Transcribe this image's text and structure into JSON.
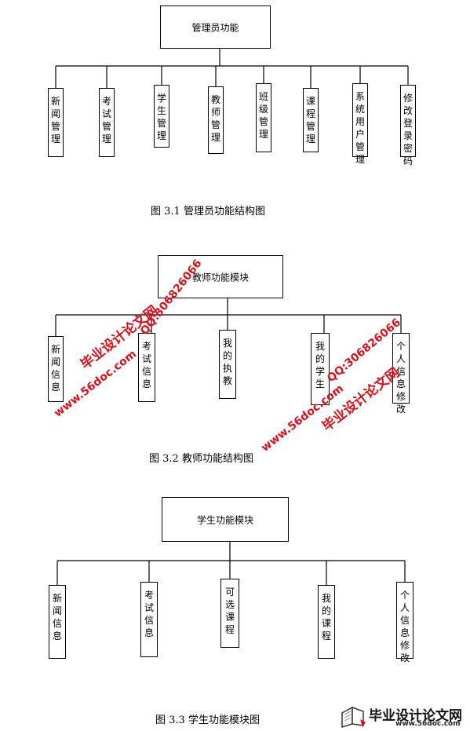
{
  "diagrams": [
    {
      "root": "管理员功能",
      "children": [
        "新闻管理",
        "考试管理",
        "学生管理",
        "教师管理",
        "班级管理",
        "课程管理",
        "系统用户管理",
        "修改登录密码"
      ],
      "caption": "图 3.1  管理员功能结构图"
    },
    {
      "root": "教师功能模块",
      "children": [
        "新闻信息",
        "考试信息",
        "我的执教",
        "我的学生",
        "个人信息修改"
      ],
      "caption": "图 3.2 教师功能结构图"
    },
    {
      "root": "学生功能模块",
      "children": [
        "新闻信息",
        "考试信息",
        "可选课程",
        "我的课程",
        "个人信息修改"
      ],
      "caption": "图 3.3 学生功能模块图"
    }
  ],
  "watermark": {
    "site_name": "毕业设计论文网",
    "url": "www.56doc.com",
    "qq": "QQ:306826066"
  },
  "logo": {
    "name": "毕业设计论文网",
    "url": "www.56doc.com"
  },
  "colors": {
    "watermark": "#d8101a",
    "line": "#000000"
  }
}
